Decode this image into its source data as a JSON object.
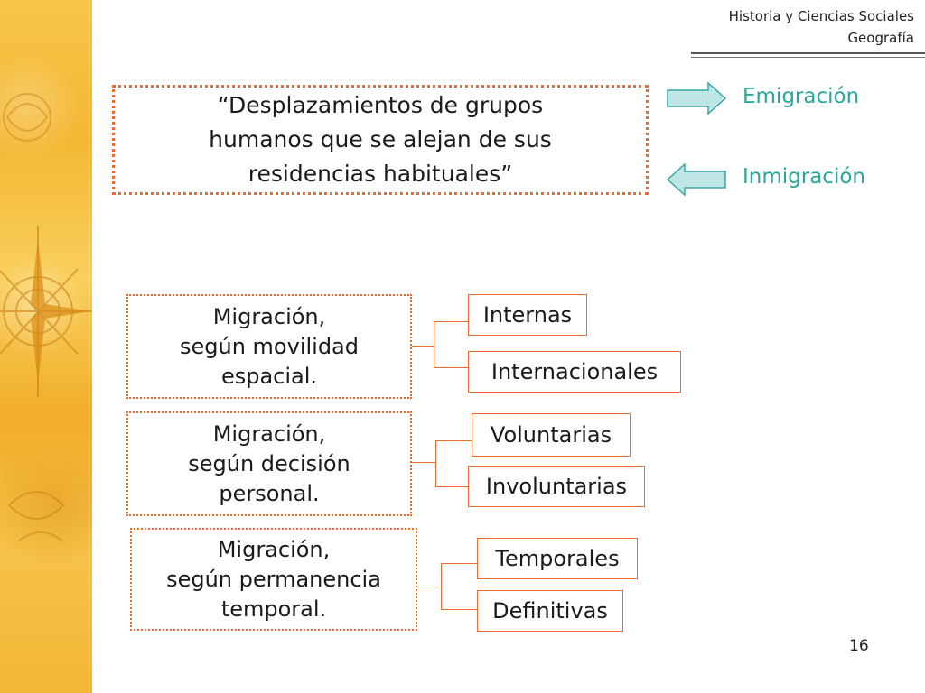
{
  "header": {
    "line1": "Historia y Ciencias Sociales",
    "line2": "Geografía"
  },
  "definition": {
    "line1": "“Desplazamientos de grupos",
    "line2": "humanos que se alejan de sus",
    "line3": "residencias habituales”"
  },
  "flows": {
    "out_label": "Emigración",
    "in_label": "Inmigración",
    "accent_color": "#2aa69a"
  },
  "categories": [
    {
      "line1": "Migración,",
      "line2": "según movilidad",
      "line3": "espacial.",
      "options": [
        "Internas",
        "Internacionales"
      ]
    },
    {
      "line1": "Migración,",
      "line2": "según decisión",
      "line3": "personal.",
      "options": [
        "Voluntarias",
        "Involuntarias"
      ]
    },
    {
      "line1": "Migración,",
      "line2": "según permanencia",
      "line3": "temporal.",
      "options": [
        "Temporales",
        "Definitivas"
      ]
    }
  ],
  "page_number": "16",
  "icons": {
    "decor": "compass-rose-icon",
    "right_arrow": "arrow-right-icon",
    "left_arrow": "arrow-left-icon"
  }
}
